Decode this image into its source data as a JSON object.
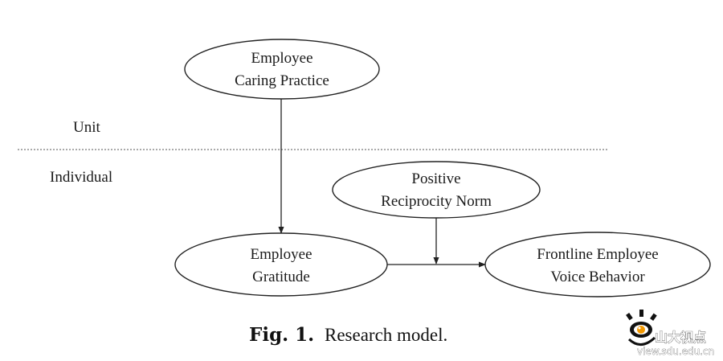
{
  "diagram": {
    "levels": {
      "upper": "Unit",
      "lower": "Individual"
    },
    "nodes": {
      "caring_practice": {
        "line1": "Employee",
        "line2": "Caring Practice"
      },
      "reciprocity_norm": {
        "line1": "Positive",
        "line2": "Reciprocity Norm"
      },
      "gratitude": {
        "line1": "Employee",
        "line2": "Gratitude"
      },
      "voice_behavior": {
        "line1": "Frontline Employee",
        "line2": "Voice Behavior"
      }
    },
    "edges": [
      {
        "from": "Employee Caring Practice",
        "to": "Employee Gratitude"
      },
      {
        "from": "Employee Gratitude",
        "to": "Frontline Employee Voice Behavior"
      },
      {
        "from": "Positive Reciprocity Norm",
        "to": "Employee Gratitude → Frontline Employee Voice Behavior path"
      }
    ]
  },
  "caption": {
    "label": "Fig. 1.",
    "text": "Research model."
  },
  "watermark": {
    "name": "山大视点",
    "url": "view.sdu.edu.cn"
  }
}
